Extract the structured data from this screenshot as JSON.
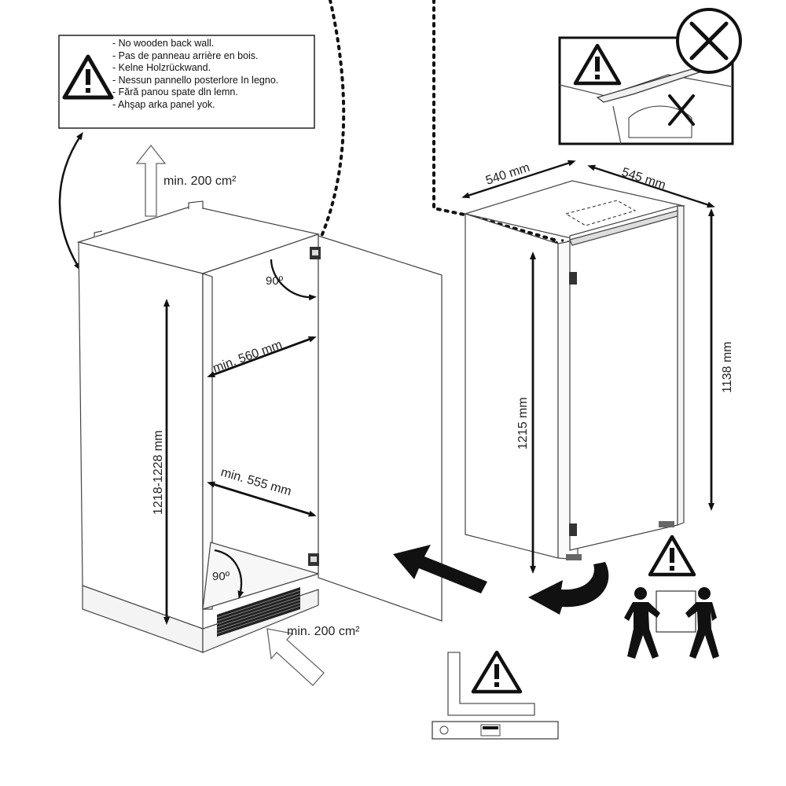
{
  "warning_box": {
    "lines": [
      "- No wooden back wall.",
      "- Pas de panneau arrière en bois.",
      "- Kelne Holzrückwand.",
      "- Nessun pannello posterlore In legno.",
      "- Fără panou spate dln lemn.",
      "- Ahşap arka panel yok."
    ]
  },
  "labels": {
    "vent_top": "min. 200 cm²",
    "vent_bottom": "min. 200 cm²",
    "angle_top": "90º",
    "angle_bottom": "90º",
    "niche_width_top": "min. 560 mm",
    "niche_width_bottom": "min. 555 mm",
    "niche_height": "1218-1228 mm",
    "appliance_width": "540 mm",
    "appliance_depth": "545 mm",
    "appliance_height_front": "1215 mm",
    "appliance_height_side": "1138 mm"
  },
  "icons": [
    "warning-triangle-icon",
    "prohibited-x-icon",
    "air-flow-arrow-icon",
    "insert-arrow-icon",
    "rotate-arrow-icon",
    "two-person-lift-icon",
    "spirit-level-icon",
    "right-angle-square-icon"
  ]
}
